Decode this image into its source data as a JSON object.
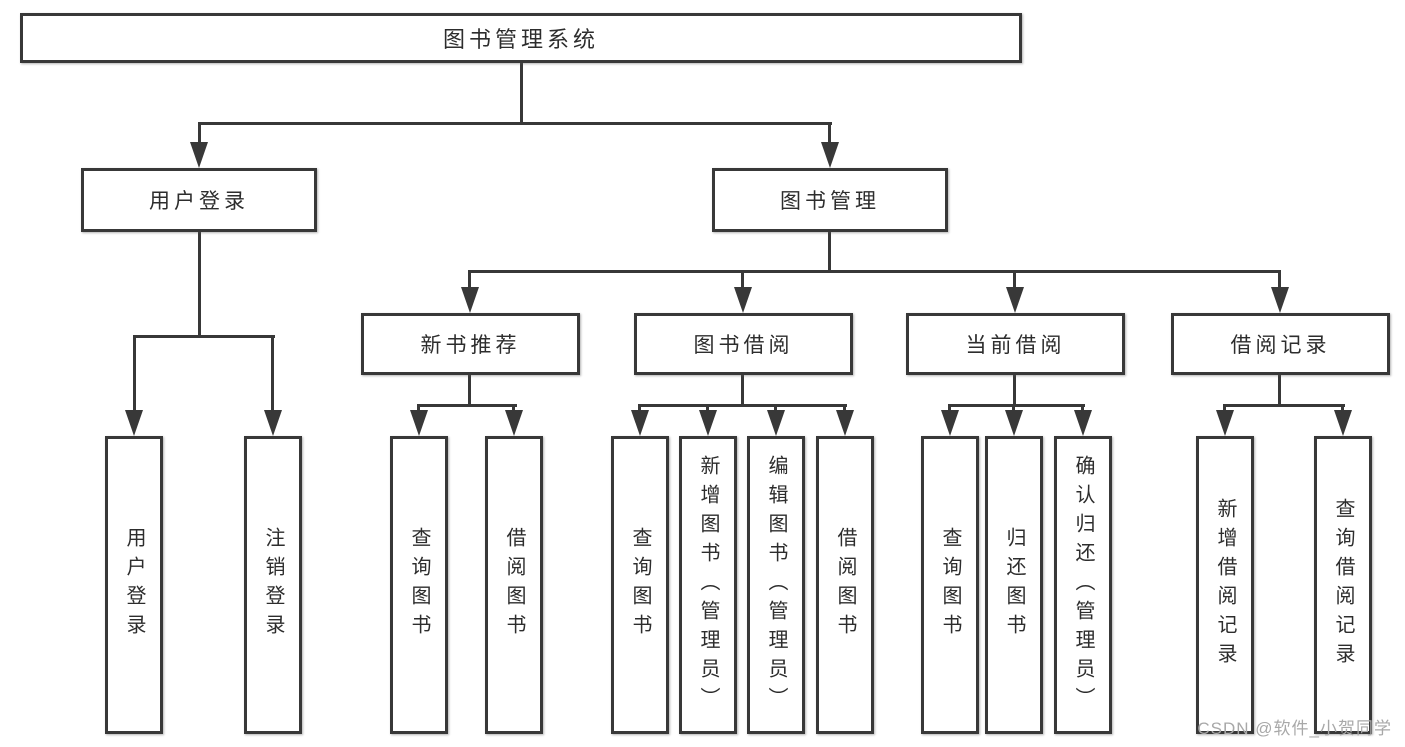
{
  "diagram": {
    "type": "hierarchy-tree",
    "orientation": "top-down",
    "colors": {
      "background": "#ffffff",
      "line": "#383838",
      "box_border": "#383838",
      "box_fill": "#ffffff",
      "text": "#2d2d2d",
      "watermark_text": "#a8a8a8"
    }
  },
  "tree": {
    "root": {
      "label": "图书管理系统"
    },
    "branches": [
      {
        "label": "用户登录",
        "children": [
          {
            "label": "用户登录"
          },
          {
            "label": "注销登录"
          }
        ]
      },
      {
        "label": "图书管理",
        "children": [
          {
            "label": "新书推荐",
            "children": [
              {
                "label": "查询图书"
              },
              {
                "label": "借阅图书"
              }
            ]
          },
          {
            "label": "图书借阅",
            "children": [
              {
                "label": "查询图书"
              },
              {
                "label": "新增图书（管理员）"
              },
              {
                "label": "编辑图书（管理员）"
              },
              {
                "label": "借阅图书"
              }
            ]
          },
          {
            "label": "当前借阅",
            "children": [
              {
                "label": "查询图书"
              },
              {
                "label": "归还图书"
              },
              {
                "label": "确认归还（管理员）"
              }
            ]
          },
          {
            "label": "借阅记录",
            "children": [
              {
                "label": "新增借阅记录"
              },
              {
                "label": "查询借阅记录"
              }
            ]
          }
        ]
      }
    ]
  },
  "watermark": {
    "text": "CSDN @软件_小贺同学"
  }
}
